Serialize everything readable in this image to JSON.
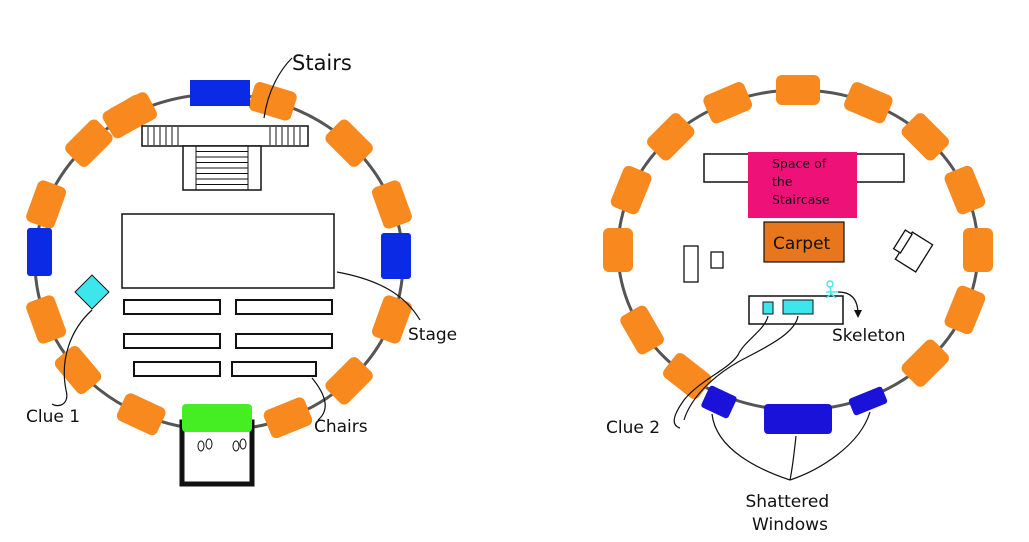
{
  "colors": {
    "wall": "#555555",
    "segment": "#f7891f",
    "window": "#0a2ae6",
    "shattered_window": "#1a12d8",
    "clue": "#3ce6ec",
    "door": "#44ee22",
    "staircase_space": "#ee1177",
    "carpet": "#e8761c",
    "ink": "#111111"
  },
  "left_map": {
    "labels": {
      "stairs": "Stairs",
      "stage": "Stage",
      "chairs": "Chairs",
      "clue": "Clue 1"
    }
  },
  "right_map": {
    "labels": {
      "staircase_space": [
        "Space of",
        "the",
        "Staircase"
      ],
      "carpet": "Carpet",
      "skeleton": "Skeleton",
      "clue": "Clue 2",
      "shattered_windows": [
        "Shattered",
        "Windows"
      ]
    }
  }
}
